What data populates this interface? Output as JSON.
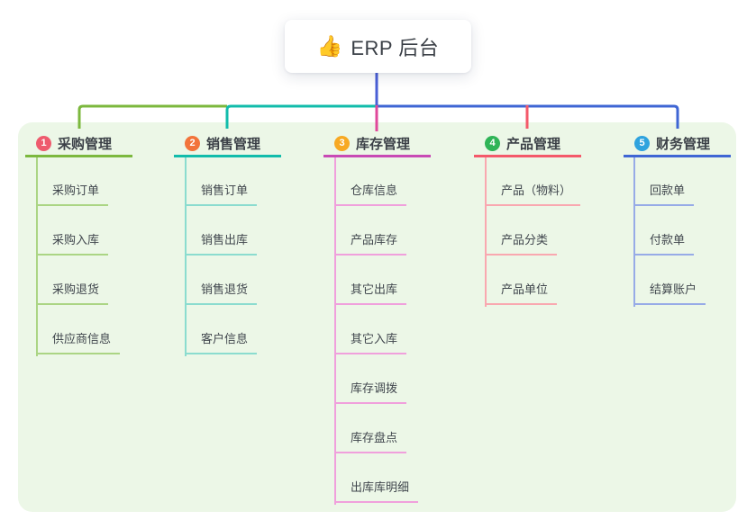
{
  "root": {
    "icon": "👍",
    "label": "ERP 后台"
  },
  "connectors": {
    "stem_color": "#4a5fd6"
  },
  "colors": {
    "canvas_bg": "#ffffff",
    "panel_bg": "#ecf7e7",
    "root_card_bg": "#ffffff",
    "title_text": "#3b4047",
    "child_text": "#41474e"
  },
  "branches": [
    {
      "num": "1",
      "label": "采购管理",
      "badge_color": "#ee5b6e",
      "line_color": "#7cb83e",
      "light_color": "#abd584",
      "drop_color": "#7cb83e",
      "children": [
        "采购订单",
        "采购入库",
        "采购退货",
        "供应商信息"
      ]
    },
    {
      "num": "2",
      "label": "销售管理",
      "badge_color": "#f2743b",
      "line_color": "#12bcab",
      "light_color": "#8bdccf",
      "drop_color": "#12bcab",
      "children": [
        "销售订单",
        "销售出库",
        "销售退货",
        "客户信息"
      ]
    },
    {
      "num": "3",
      "label": "库存管理",
      "badge_color": "#f7a923",
      "line_color": "#c84ab5",
      "light_color": "#f0a0dc",
      "drop_color": "#e0489b",
      "children": [
        "仓库信息",
        "产品库存",
        "其它出库",
        "其它入库",
        "库存调拨",
        "库存盘点",
        "出库库明细"
      ]
    },
    {
      "num": "4",
      "label": "产品管理",
      "badge_color": "#2fb457",
      "line_color": "#f4596a",
      "light_color": "#f9a8b0",
      "drop_color": "#f4596a",
      "children": [
        "产品（物料）",
        "产品分类",
        "产品单位"
      ]
    },
    {
      "num": "5",
      "label": "财务管理",
      "badge_color": "#2fa3de",
      "line_color": "#3f66d4",
      "light_color": "#97abe7",
      "drop_color": "#3f66d4",
      "children": [
        "回款单",
        "付款单",
        "结算账户"
      ]
    }
  ]
}
